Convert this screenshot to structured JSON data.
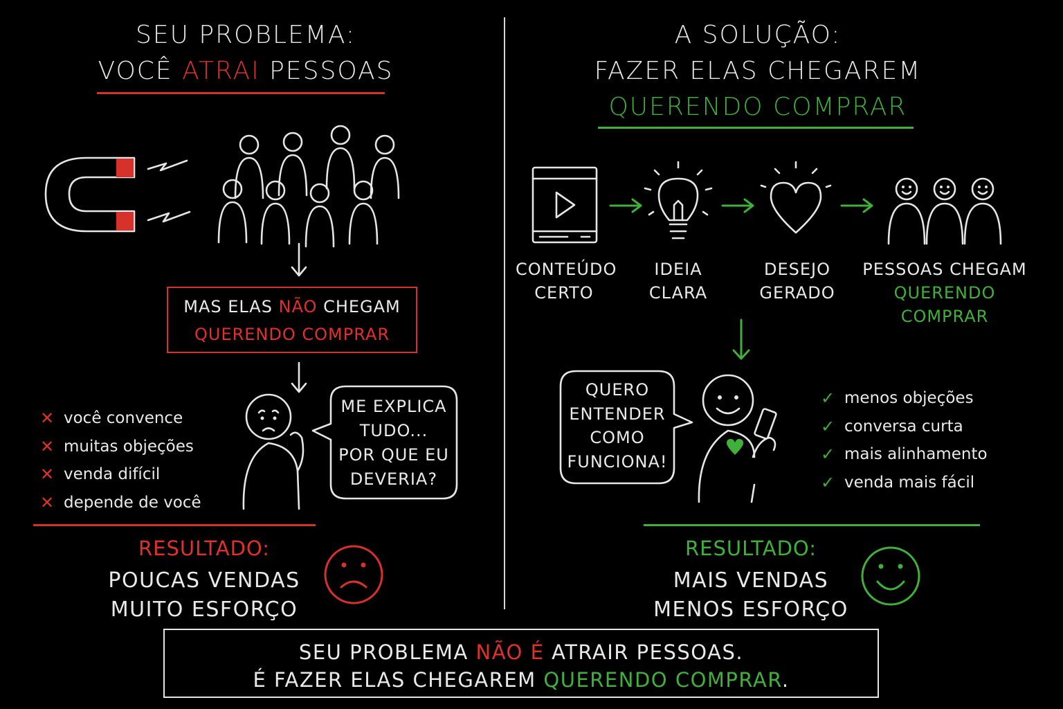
{
  "colors": {
    "accent_red": "#e0302c",
    "accent_green": "#3fb03a",
    "background": "#000000",
    "ink": "#e9e9e9"
  },
  "left": {
    "title_line1": "SEU PROBLEMA:",
    "title_line2_pre": "VOCÊ ",
    "title_line2_accent": "ATRAI",
    "title_line2_post": " PESSOAS",
    "box_pre": "MAS ELAS ",
    "box_accent": "NÃO",
    "box_post": " CHEGAM",
    "box_line2": "QUERENDO COMPRAR",
    "speech_line1": "ME EXPLICA",
    "speech_line2": "TUDO...",
    "speech_line3": "POR QUE EU",
    "speech_line4": "DEVERIA?",
    "list": [
      {
        "mark": "✕",
        "text": "você convence"
      },
      {
        "mark": "✕",
        "text": "muitas objeções"
      },
      {
        "mark": "✕",
        "text": "venda difícil"
      },
      {
        "mark": "✕",
        "text": "depende de você"
      }
    ],
    "result_label": "RESULTADO:",
    "result_line1": "POUCAS VENDAS",
    "result_line2": "MUITO ESFORÇO"
  },
  "right": {
    "title_line1": "A SOLUÇÃO:",
    "title_line2": "FAZER ELAS CHEGAREM",
    "title_line3": "QUERENDO COMPRAR",
    "steps": [
      {
        "line1": "CONTEÚDO",
        "line2": "CERTO"
      },
      {
        "line1": "IDEIA",
        "line2": "CLARA"
      },
      {
        "line1": "DESEJO",
        "line2": "GERADO"
      },
      {
        "line1": "PESSOAS CHEGAM",
        "line2": "QUERENDO COMPRAR"
      }
    ],
    "speech_line1": "QUERO",
    "speech_line2": "ENTENDER",
    "speech_line3": "COMO",
    "speech_line4": "FUNCIONA!",
    "list": [
      {
        "mark": "✓",
        "text": "menos objeções"
      },
      {
        "mark": "✓",
        "text": "conversa curta"
      },
      {
        "mark": "✓",
        "text": "mais alinhamento"
      },
      {
        "mark": "✓",
        "text": "venda mais fácil"
      }
    ],
    "result_label": "RESULTADO:",
    "result_line1": "MAIS VENDAS",
    "result_line2": "MENOS ESFORÇO"
  },
  "footer": {
    "line1_pre": "SEU PROBLEMA ",
    "line1_accent": "NÃO É",
    "line1_post": " ATRAIR PESSOAS.",
    "line2_pre": "É FAZER ELAS CHEGAREM ",
    "line2_accent": "QUERENDO COMPRAR",
    "line2_post": "."
  }
}
